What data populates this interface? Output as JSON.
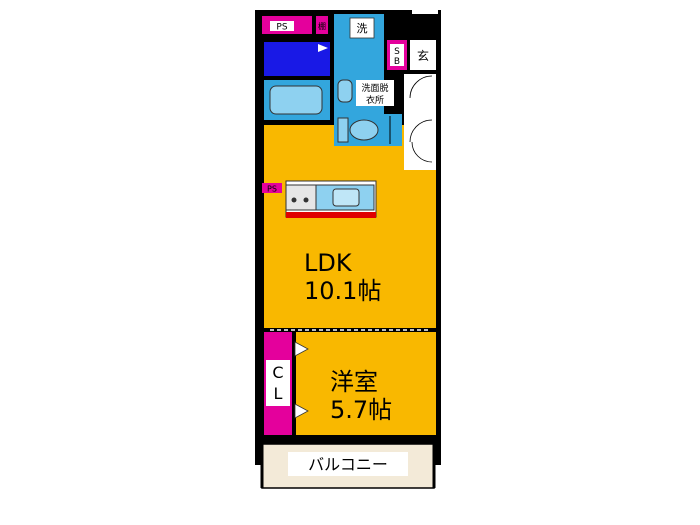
{
  "rooms": {
    "ldk": {
      "name": "LDK",
      "size": "10.1帖"
    },
    "western": {
      "name": "洋室",
      "size": "5.7帖"
    }
  },
  "labels": {
    "ps_top": "PS",
    "ps_kitchen": "PS",
    "shelf": "棚",
    "washer": "洗",
    "shoe_box_top": "S",
    "shoe_box_bottom": "B",
    "entrance": "玄",
    "washroom_line1": "洗面脱",
    "washroom_line2": "衣所",
    "closet_top": "C",
    "closet_bottom": "L",
    "balcony": "バルコニー"
  },
  "colors": {
    "room_fill": "#f9b800",
    "storage_fill": "#e4009c",
    "wet_area_fill": "#33a6dd",
    "bath_fill": "#1919e6",
    "balcony_fill": "#f3ead8",
    "fixture_fill": "#8ed1f0",
    "wall": "#000000"
  }
}
